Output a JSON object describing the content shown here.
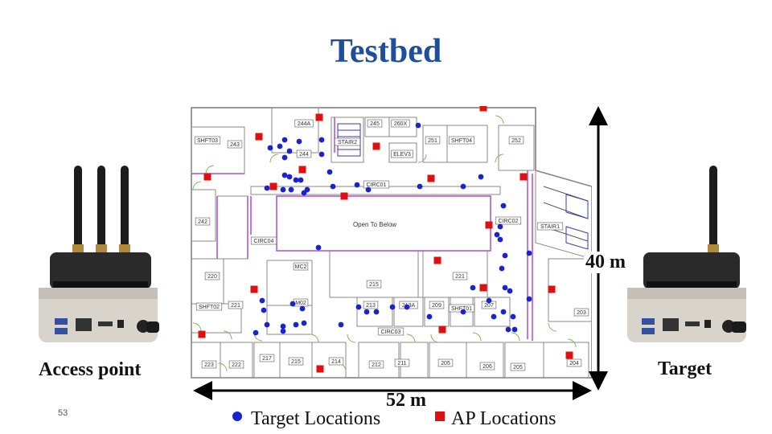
{
  "slide": {
    "title": "Testbed",
    "access_point_label": "Access point",
    "target_label": "Target",
    "height_label": "40 m",
    "width_label": "52 m",
    "slide_number": "53"
  },
  "legend": {
    "target_locations": "Target Locations",
    "ap_locations": "AP Locations",
    "target_color": "#1a22d6",
    "ap_color": "#e01010"
  },
  "floorplan": {
    "center_label": "Open To Below",
    "rooms": [
      "244A",
      "245",
      "260X",
      "251",
      "SHFT04",
      "252",
      "SHFT03",
      "243",
      "STAIR2",
      "244",
      "ELEV3",
      "CIRC01",
      "242",
      "CIRC02",
      "STAIR1",
      "CIRC04",
      "MC2",
      "220",
      "215",
      "221",
      "M02",
      "SHFT02",
      "221",
      "213",
      "213A",
      "209",
      "SHFT01",
      "207",
      "203",
      "CIRC03",
      "223",
      "222",
      "217",
      "215",
      "214",
      "212",
      "211",
      "205",
      "206",
      "205",
      "204"
    ]
  }
}
